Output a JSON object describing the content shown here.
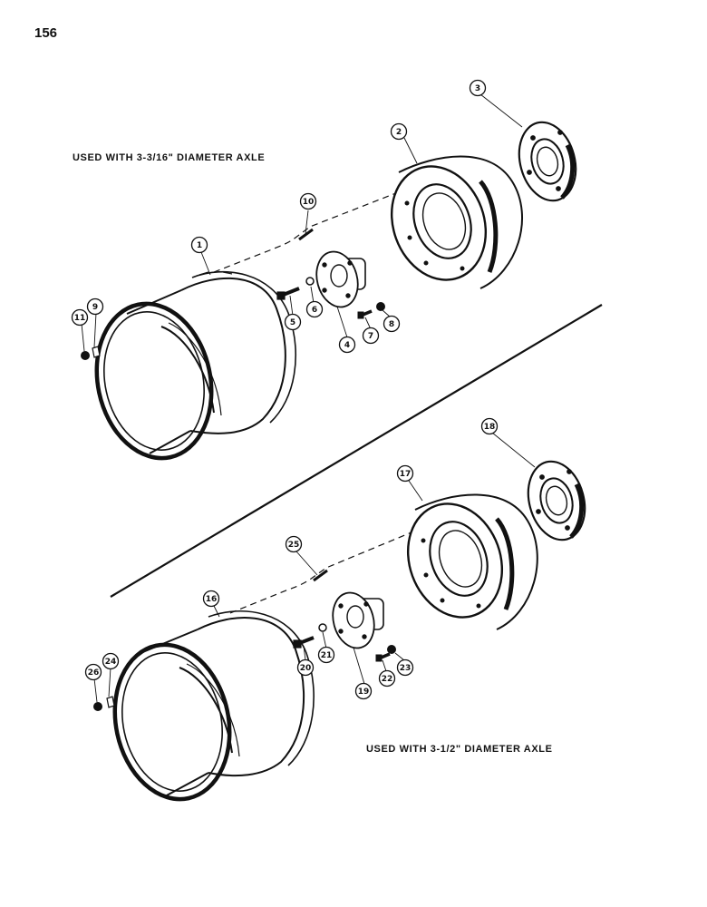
{
  "page_number": "156",
  "captions": {
    "upper": "USED WITH 3-3/16\" DIAMETER AXLE",
    "lower": "USED WITH 3-1/2\" DIAMETER AXLE"
  },
  "callouts": [
    "1",
    "2",
    "3",
    "4",
    "5",
    "6",
    "7",
    "8",
    "9",
    "10",
    "11",
    "16",
    "17",
    "18",
    "19",
    "20",
    "21",
    "22",
    "23",
    "24",
    "25",
    "26"
  ]
}
